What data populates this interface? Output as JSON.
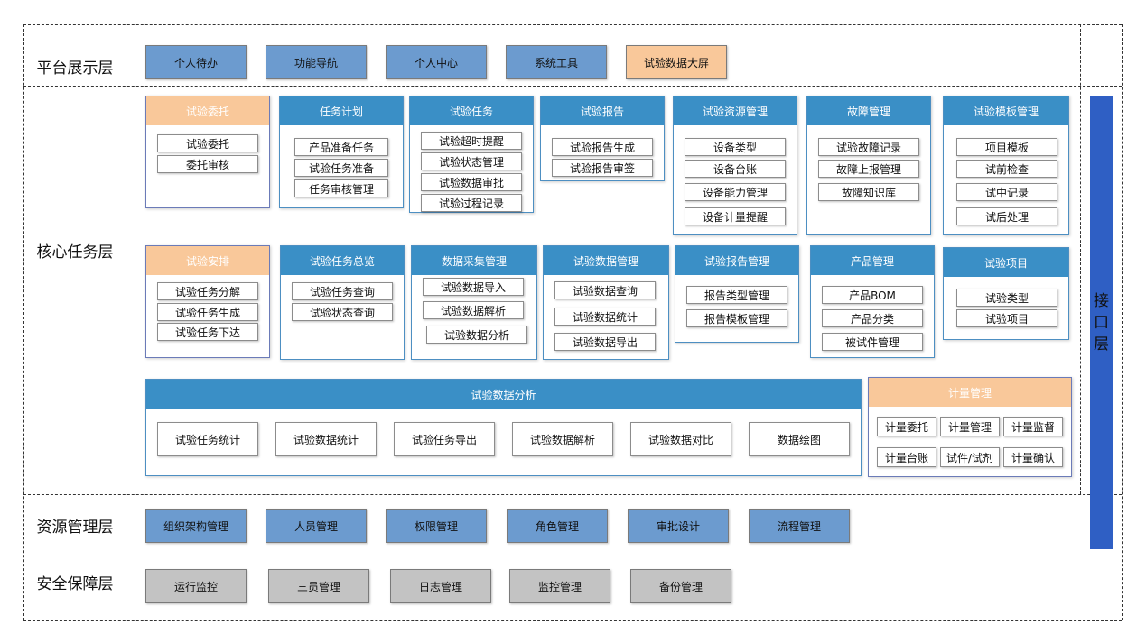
{
  "layers": {
    "platform": "平台展示层",
    "core": "核心任务层",
    "resource": "资源管理层",
    "security": "安全保障层"
  },
  "interface_layer": [
    "接",
    "口",
    "层"
  ],
  "platform_buttons": [
    "个人待办",
    "功能导航",
    "个人中心",
    "系统工具",
    "试验数据大屏"
  ],
  "modules": [
    {
      "title": "试验委托",
      "items": [
        "试验委托",
        "委托审核"
      ]
    },
    {
      "title": "任务计划",
      "items": [
        "产品准备任务",
        "试验任务准备",
        "任务审核管理"
      ]
    },
    {
      "title": "试验任务",
      "items": [
        "试验超时提醒",
        "试验状态管理",
        "试验数据审批",
        "试验过程记录"
      ]
    },
    {
      "title": "试验报告",
      "items": [
        "试验报告生成",
        "试验报告审签"
      ]
    },
    {
      "title": "试验资源管理",
      "items": [
        "设备类型",
        "设备台账",
        "设备能力管理",
        "设备计量提醒"
      ]
    },
    {
      "title": "故障管理",
      "items": [
        "试验故障记录",
        "故障上报管理",
        "故障知识库"
      ]
    },
    {
      "title": "试验模板管理",
      "items": [
        "项目模板",
        "试前检查",
        "试中记录",
        "试后处理"
      ]
    },
    {
      "title": "试验安排",
      "items": [
        "试验任务分解",
        "试验任务生成",
        "试验任务下达"
      ]
    },
    {
      "title": "试验任务总览",
      "items": [
        "试验任务查询",
        "试验状态查询"
      ]
    },
    {
      "title": "数据采集管理",
      "items": [
        "试验数据导入",
        "试验数据解析",
        "试验数据分析"
      ]
    },
    {
      "title": "试验数据管理",
      "items": [
        "试验数据查询",
        "试验数据统计",
        "试验数据导出"
      ]
    },
    {
      "title": "试验报告管理",
      "items": [
        "报告类型管理",
        "报告模板管理"
      ]
    },
    {
      "title": "产品管理",
      "items": [
        "产品BOM",
        "产品分类",
        "被试件管理"
      ]
    },
    {
      "title": "试验项目",
      "items": [
        "试验类型",
        "试验项目"
      ]
    }
  ],
  "analysis": {
    "title": "试验数据分析",
    "items": [
      "试验任务统计",
      "试验数据统计",
      "试验任务导出",
      "试验数据解析",
      "试验数据对比",
      "数据绘图"
    ]
  },
  "metrology": {
    "title": "计量管理",
    "items": [
      "计量委托",
      "计量管理",
      "计量监督",
      "计量台账",
      "试件/试剂",
      "计量确认"
    ]
  },
  "resource_buttons": [
    "组织架构管理",
    "人员管理",
    "权限管理",
    "角色管理",
    "审批设计",
    "流程管理"
  ],
  "security_buttons": [
    "运行监控",
    "三员管理",
    "日志管理",
    "监控管理",
    "备份管理"
  ],
  "colors": {
    "blue_button": "#6c9bcf",
    "orange_button": "#f9c89a",
    "gray_button": "#c3c3c3",
    "module_header": "#3a8fc6",
    "interface_bar": "#2f5fc4"
  }
}
